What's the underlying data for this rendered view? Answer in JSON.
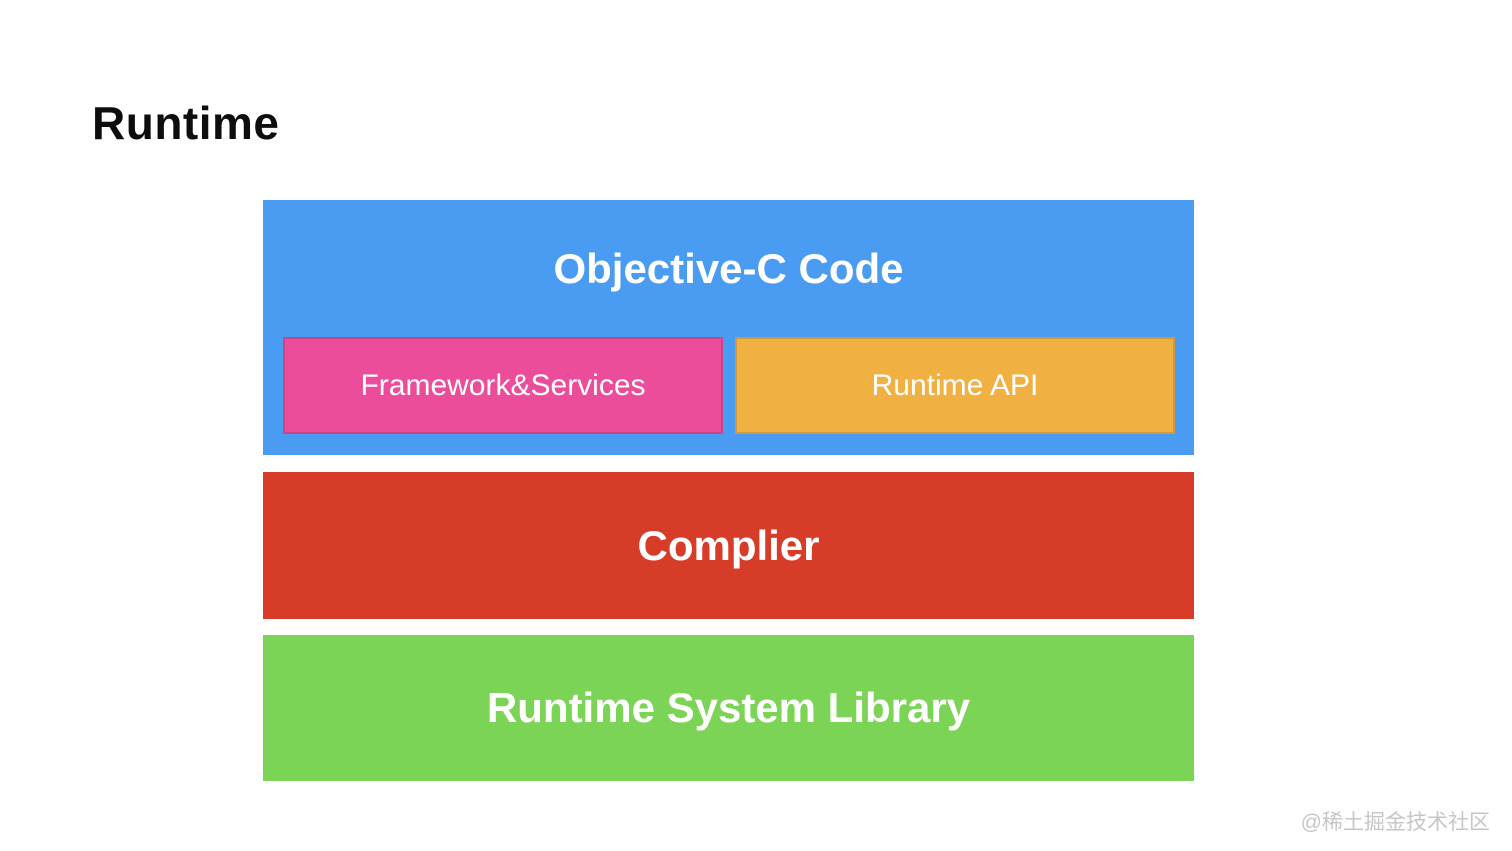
{
  "title": "Runtime",
  "watermark": "@稀土掘金技术社区",
  "diagram": {
    "objective_c_code": {
      "label": "Objective-C Code",
      "color": "#4a9bf2"
    },
    "framework_services": {
      "label": "Framework&Services",
      "color": "#eb4d9b"
    },
    "runtime_api": {
      "label": "Runtime API",
      "color": "#f0b042"
    },
    "compiler": {
      "label": "Complier",
      "color": "#d63c27"
    },
    "runtime_system_library": {
      "label": "Runtime System Library",
      "color": "#7cd456"
    }
  }
}
